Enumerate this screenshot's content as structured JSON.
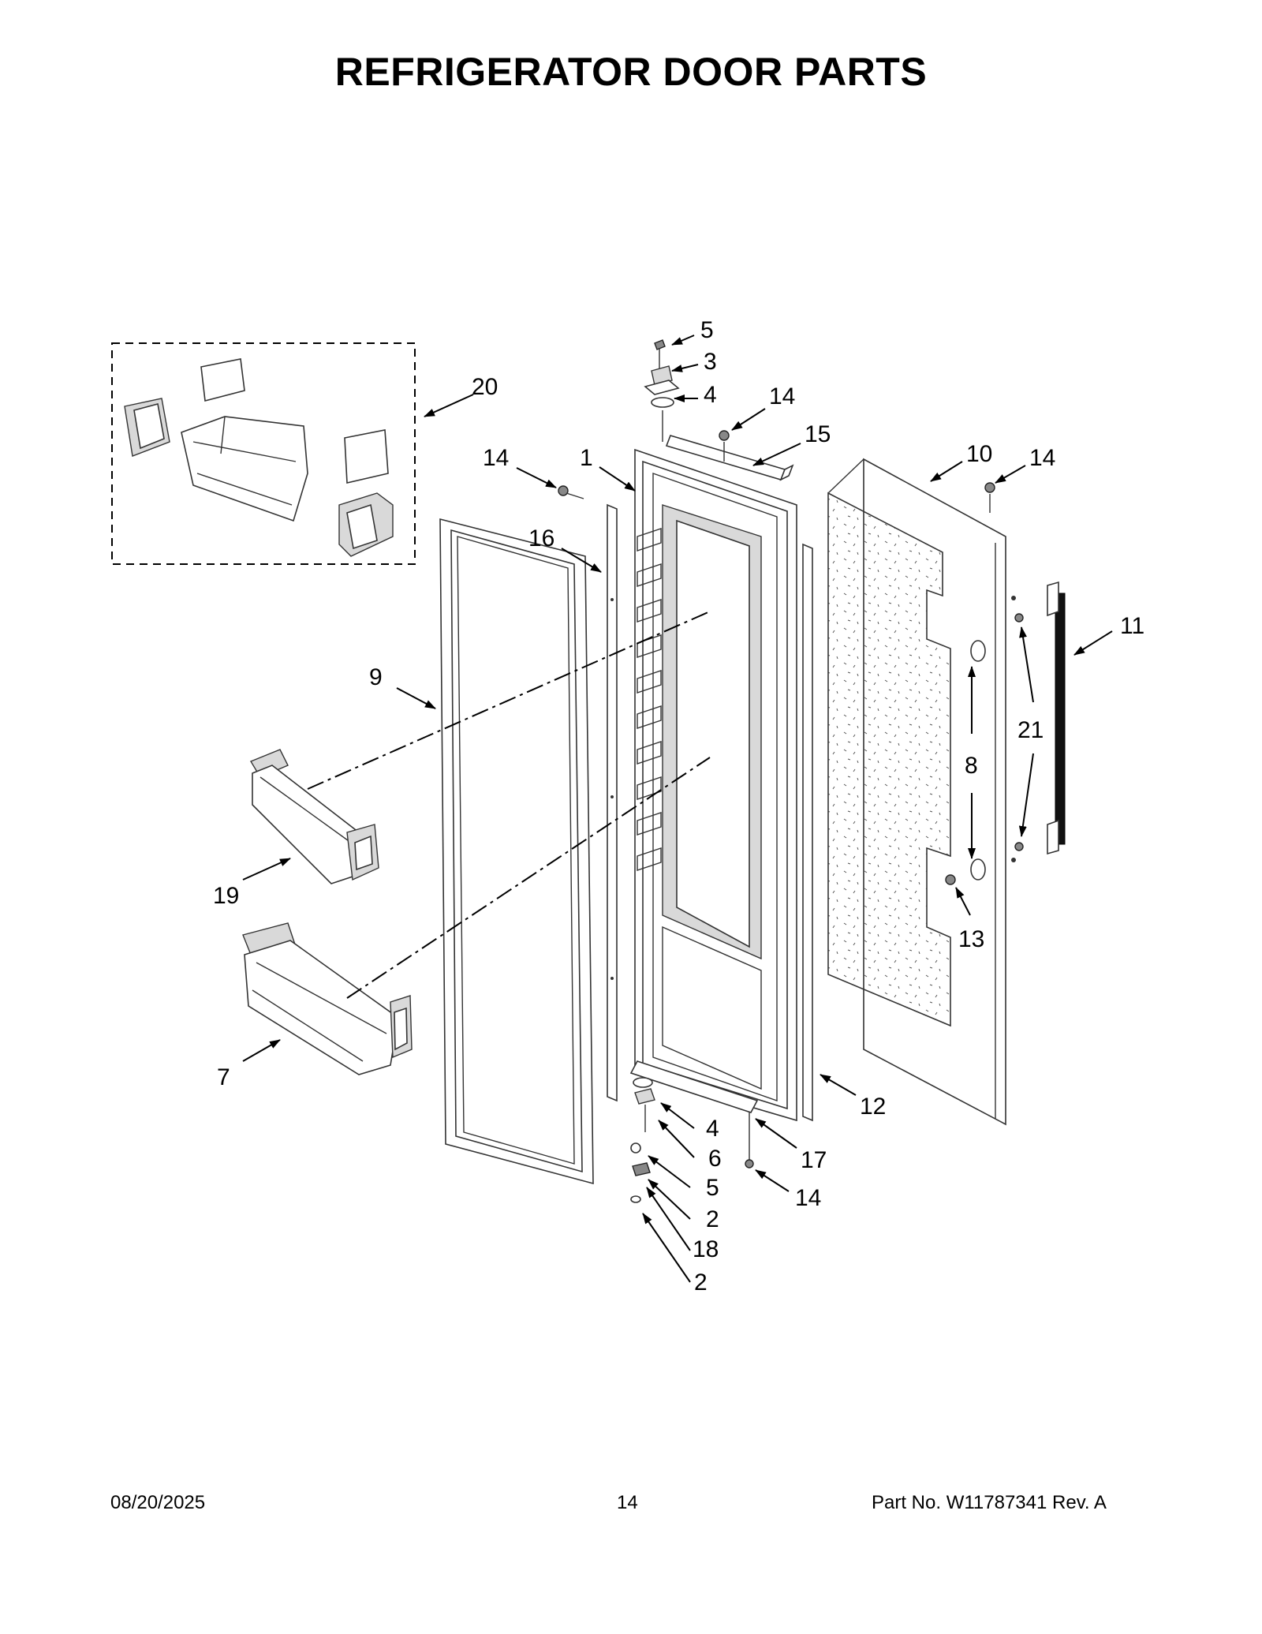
{
  "page_title": "REFRIGERATOR DOOR PARTS",
  "footer": {
    "date": "08/20/2025",
    "page_number": "14",
    "part_no": "Part No.  W11787341  Rev.  A"
  },
  "callouts": {
    "c1": "1",
    "c2a": "2",
    "c2b": "2",
    "c3": "3",
    "c4a": "4",
    "c4b": "4",
    "c5a": "5",
    "c5b": "5",
    "c6": "6",
    "c7": "7",
    "c8": "8",
    "c9": "9",
    "c10": "10",
    "c11": "11",
    "c12": "12",
    "c13": "13",
    "c14a": "14",
    "c14b": "14",
    "c14c": "14",
    "c14d": "14",
    "c15": "15",
    "c16": "16",
    "c17": "17",
    "c18": "18",
    "c19": "19",
    "c20": "20",
    "c21": "21"
  }
}
